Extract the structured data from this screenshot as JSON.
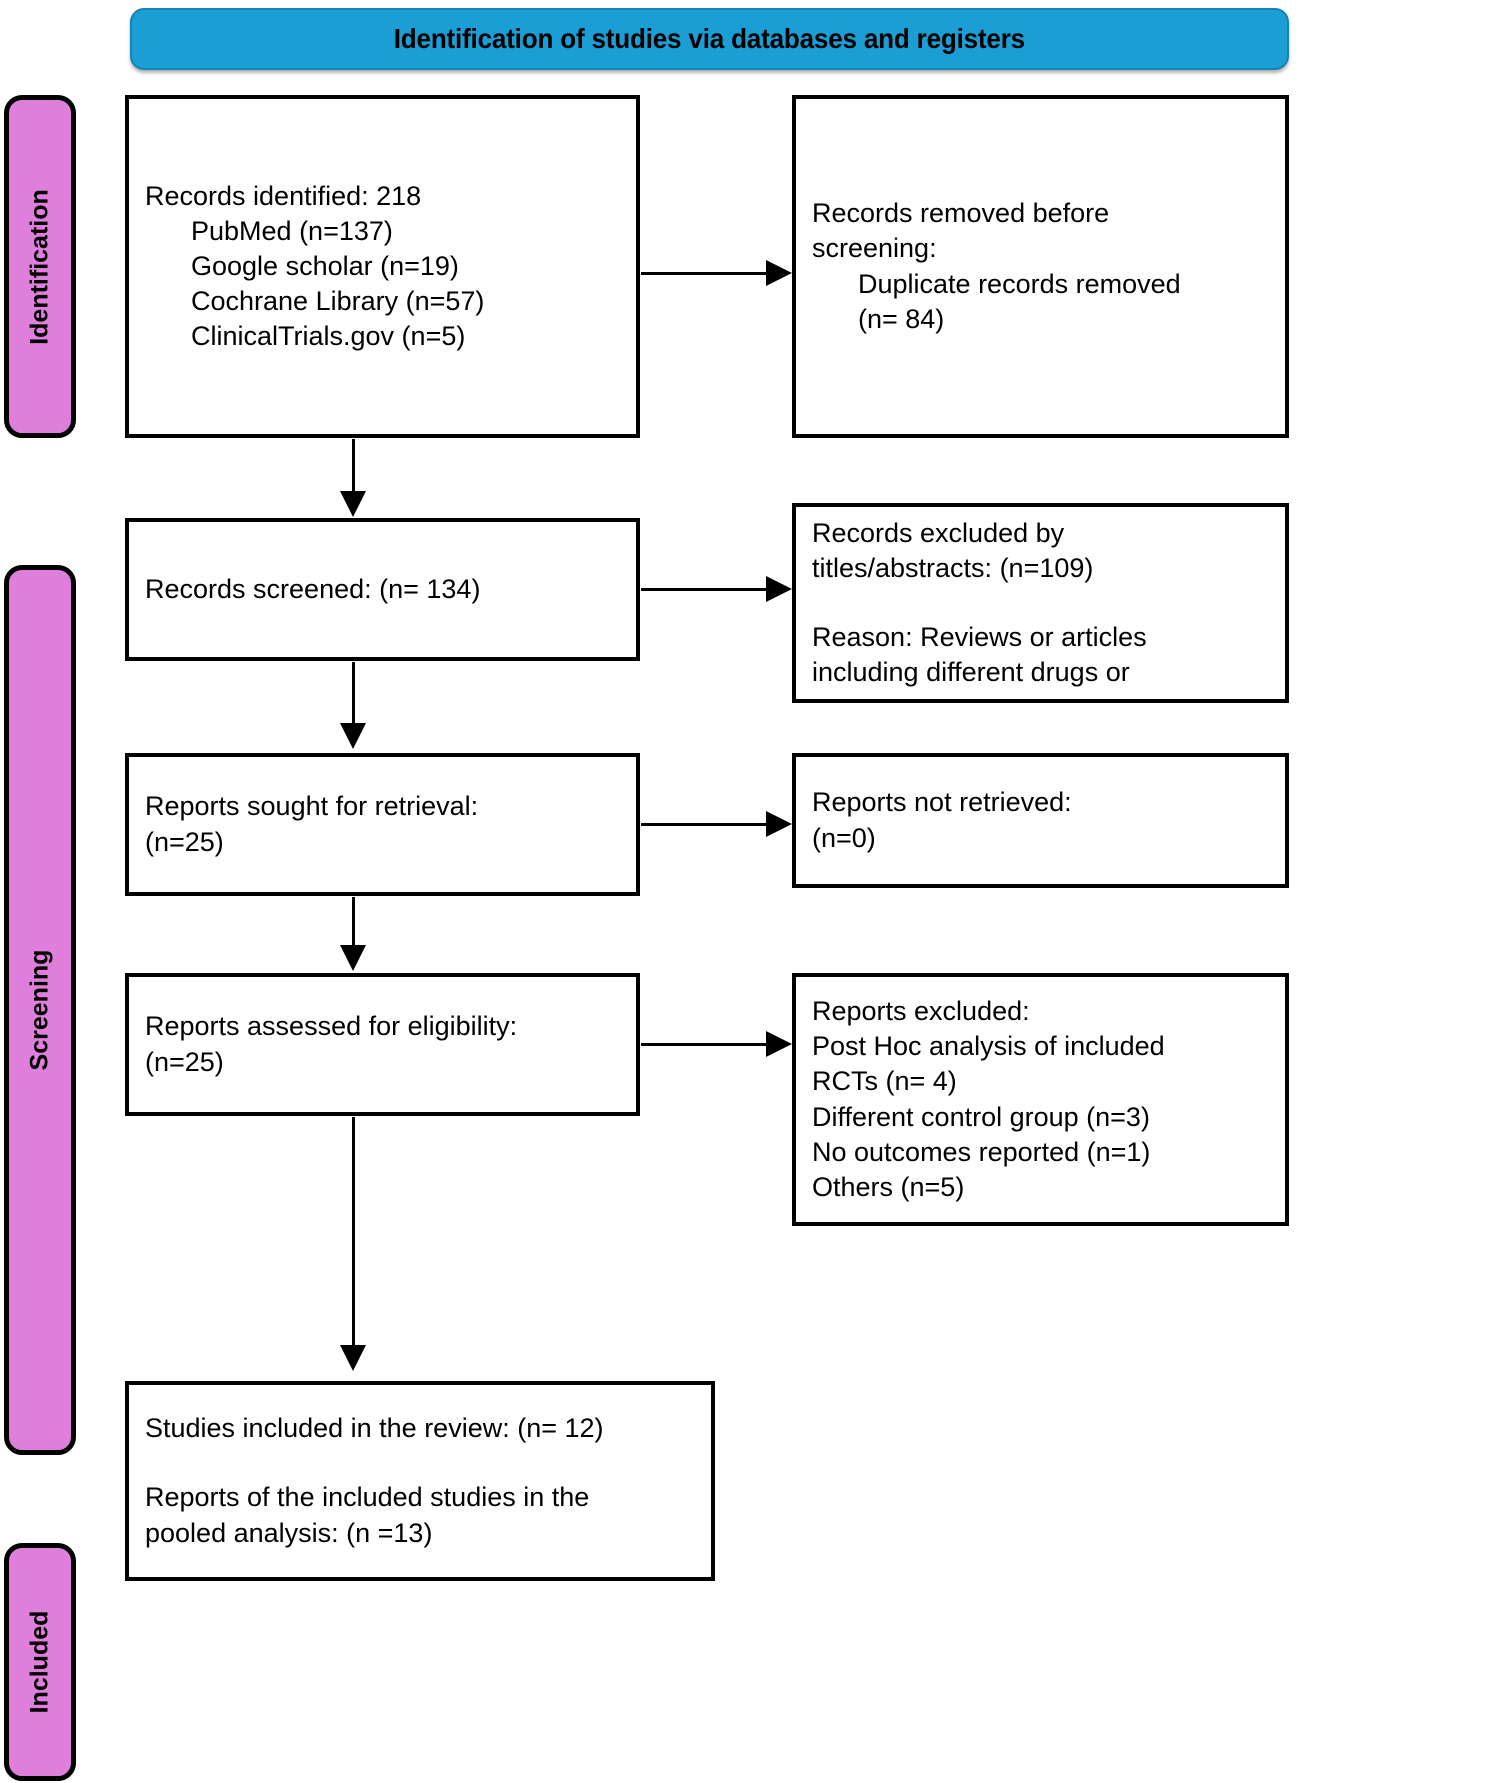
{
  "banner": {
    "title": "Identification of studies via databases and registers",
    "color": "#1a9ed4"
  },
  "stages": {
    "identification": "Identification",
    "screening": "Screening",
    "included": "Included",
    "color": "#df7fdb"
  },
  "boxes": {
    "identified": {
      "line1": "Records identified: 218",
      "line2": "PubMed (n=137)",
      "line3": "Google scholar (n=19)",
      "line4": "Cochrane Library (n=57)",
      "line5": "ClinicalTrials.gov (n=5)"
    },
    "removed": {
      "line1": "Records removed before",
      "line2": "screening:",
      "line3": "Duplicate records removed",
      "line4": "(n= 84)"
    },
    "screened": {
      "line1": "Records screened: (n= 134)"
    },
    "excluded_titles": {
      "line1": "Records excluded by",
      "line2": "titles/abstracts: (n=109)",
      "line3": "Reason: Reviews or articles",
      "line4": "including different drugs or"
    },
    "sought": {
      "line1": "Reports sought for retrieval:",
      "line2": "(n=25)"
    },
    "not_retrieved": {
      "line1": "Reports not retrieved:",
      "line2": "(n=0)"
    },
    "assessed": {
      "line1": "Reports assessed for eligibility:",
      "line2": "(n=25)"
    },
    "reports_excluded": {
      "line1": "Reports excluded:",
      "line2": "Post Hoc analysis of included",
      "line3": "RCTs (n= 4)",
      "line4": "Different control group (n=3)",
      "line5": "No outcomes reported (n=1)",
      "line6": "Others (n=5)"
    },
    "included_final": {
      "line1": "Studies included in the review: (n= 12)",
      "line2": "Reports of the included studies in the",
      "line3": "pooled analysis: (n =13)"
    }
  },
  "flow": {
    "type": "prisma-flow-diagram",
    "records_identified_total": 218,
    "sources": [
      {
        "name": "PubMed",
        "n": 137
      },
      {
        "name": "Google scholar",
        "n": 19
      },
      {
        "name": "Cochrane Library",
        "n": 57
      },
      {
        "name": "ClinicalTrials.gov",
        "n": 5
      }
    ],
    "duplicates_removed": 84,
    "records_screened": 134,
    "records_excluded_titles_abstracts": 109,
    "reports_sought_for_retrieval": 25,
    "reports_not_retrieved": 0,
    "reports_assessed_for_eligibility": 25,
    "reports_excluded": [
      {
        "reason": "Post Hoc analysis of included RCTs",
        "n": 4
      },
      {
        "reason": "Different control group",
        "n": 3
      },
      {
        "reason": "No outcomes reported",
        "n": 1
      },
      {
        "reason": "Others",
        "n": 5
      }
    ],
    "studies_included_in_review": 12,
    "reports_in_pooled_analysis": 13
  }
}
